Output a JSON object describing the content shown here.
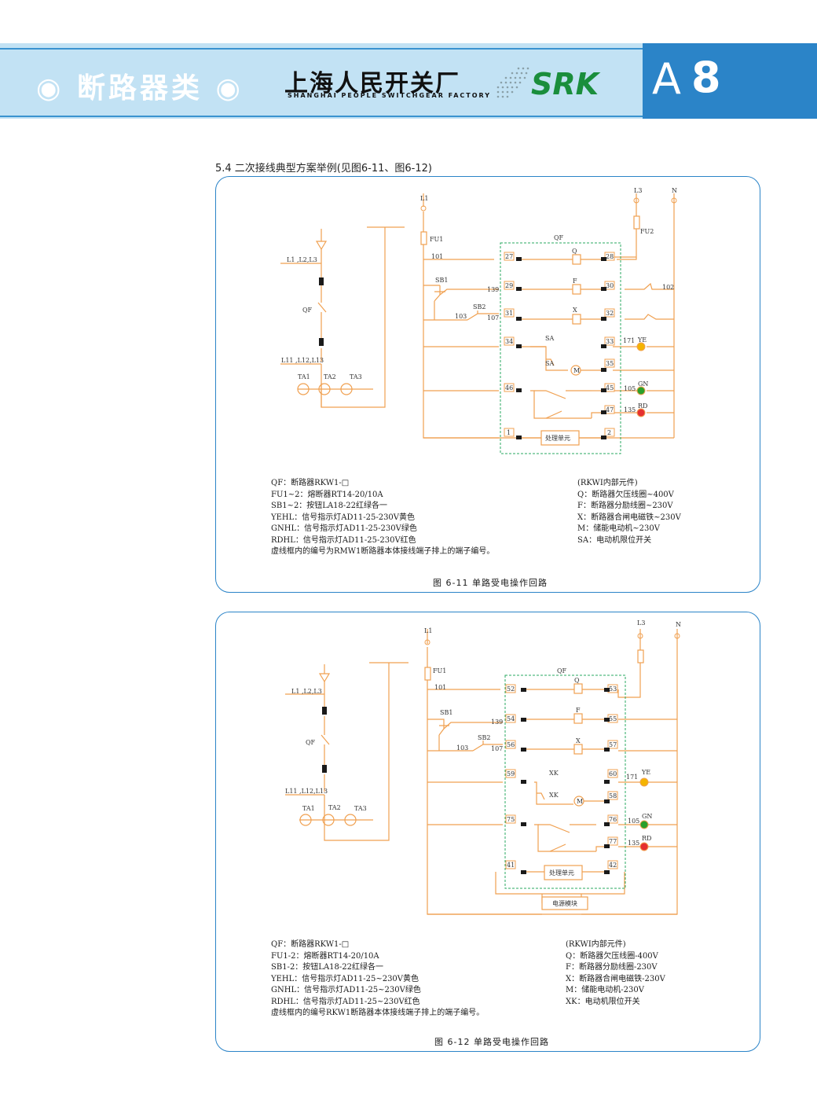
{
  "header": {
    "category": "◉ 断路器类 ◉",
    "company_cn": "上海人民开关厂",
    "company_en": "SHANGHAI PEOPLE SWITCHGEAR FACTORY",
    "brand": "SRK",
    "page_letter": "A",
    "page_number": "8",
    "colors": {
      "band": "#c2e2f4",
      "accent": "#2b84c8",
      "brand": "#1a8e3c",
      "wire": "#f0a050",
      "box": "#2aa860"
    }
  },
  "section_title": "5.4  二次接线典型方案举例(见图6-11、图6-12)",
  "fig1": {
    "labels": {
      "L1": "L1",
      "L3": "L3",
      "N": "N",
      "FU1": "FU1",
      "FU2": "FU2",
      "QF": "QF",
      "n101": "101",
      "n102": "102",
      "n103": "103",
      "n107": "107",
      "n139": "139",
      "n171": "171",
      "n105": "105",
      "n135": "135",
      "SB1": "SB1",
      "SB2": "SB2",
      "Q": "Q",
      "F": "F",
      "X": "X",
      "SA1": "SA",
      "SA2": "SA",
      "M": "M",
      "YE": "YE",
      "GN": "GN",
      "RD": "RD",
      "bus": "L1 ,L2,L3",
      "qf_side": "QF",
      "bus2": "L11 ,L12,L13",
      "TA1": "TA1",
      "TA2": "TA2",
      "TA3": "TA3",
      "t27": "27",
      "t28": "28",
      "t29": "29",
      "t30": "30",
      "t31": "31",
      "t32": "32",
      "t34": "34",
      "t33": "33",
      "t35": "35",
      "t46": "46",
      "t45": "45",
      "t47": "47",
      "t1": "1",
      "t2": "2",
      "unit": "处理单元"
    },
    "legend_left": [
      "QF：断路器RKW1-□",
      "FU1~2：熔断器RT14-20/10A",
      "SB1~2：按钮LA18-22红绿各一",
      "YEHL：信号指示灯AD11-25-230V黄色",
      "GNHL：信号指示灯AD11-25-230V绿色",
      "RDHL：信号指示灯AD11-25-230V红色",
      "虚线框内的编号为RMW1断路器本体接线端子排上的端子编号。"
    ],
    "legend_right": [
      "(RKWI内部元件)",
      "Q：断路器欠压线圈~400V",
      "F：断路器分励线圈~230V",
      "X：断路器合闸电磁铁~230V",
      "M：储能电动机~230V",
      "SA：电动机限位开关"
    ],
    "caption": "图 6-11 单路受电操作回路"
  },
  "fig2": {
    "labels": {
      "L1": "L1",
      "L3": "L3",
      "N": "N",
      "FU1": "FU1",
      "QF": "QF",
      "n101": "101",
      "n103": "103",
      "n107": "107",
      "n139": "139",
      "n171": "171",
      "n105": "105",
      "n135": "135",
      "SB1": "SB1",
      "SB2": "SB2",
      "Q": "Q",
      "F": "F",
      "X": "X",
      "XK1": "XK",
      "XK2": "XK",
      "M": "M",
      "YE": "YE",
      "GN": "GN",
      "RD": "RD",
      "bus": "L1 ,L2,L3",
      "qf_side": "QF",
      "bus2": "L11 ,L12,L13",
      "TA1": "TA1",
      "TA2": "TA2",
      "TA3": "TA3",
      "t52": "52",
      "t53": "53",
      "t54": "54",
      "t55": "55",
      "t56": "56",
      "t57": "57",
      "t59": "59",
      "t60": "60",
      "t58": "58",
      "t75": "75",
      "t76": "76",
      "t77": "77",
      "t41": "41",
      "t42": "42",
      "unit": "处理单元",
      "power": "电源模块"
    },
    "legend_left": [
      "QF：断路器RKW1-□",
      "FU1-2：熔断器RT14-20/10A",
      "SB1-2：按钮LA18-22红绿各一",
      "YEHL：信号指示灯AD11-25~230V黄色",
      "GNHL：信号指示灯AD11-25~230V绿色",
      "RDHL：信号指示灯AD11-25~230V红色",
      "虚线框内的编号RKW1断路器本体接线端子排上的端子编号。"
    ],
    "legend_right": [
      "(RKWI内部元件)",
      "Q：断路器欠压线圈-400V",
      "F：断路器分励线圈-230V",
      "X：断路器合闸电磁铁-230V",
      "M：储能电动机-230V",
      "XK：电动机限位开关"
    ],
    "caption": "图 6-12  单路受电操作回路"
  }
}
